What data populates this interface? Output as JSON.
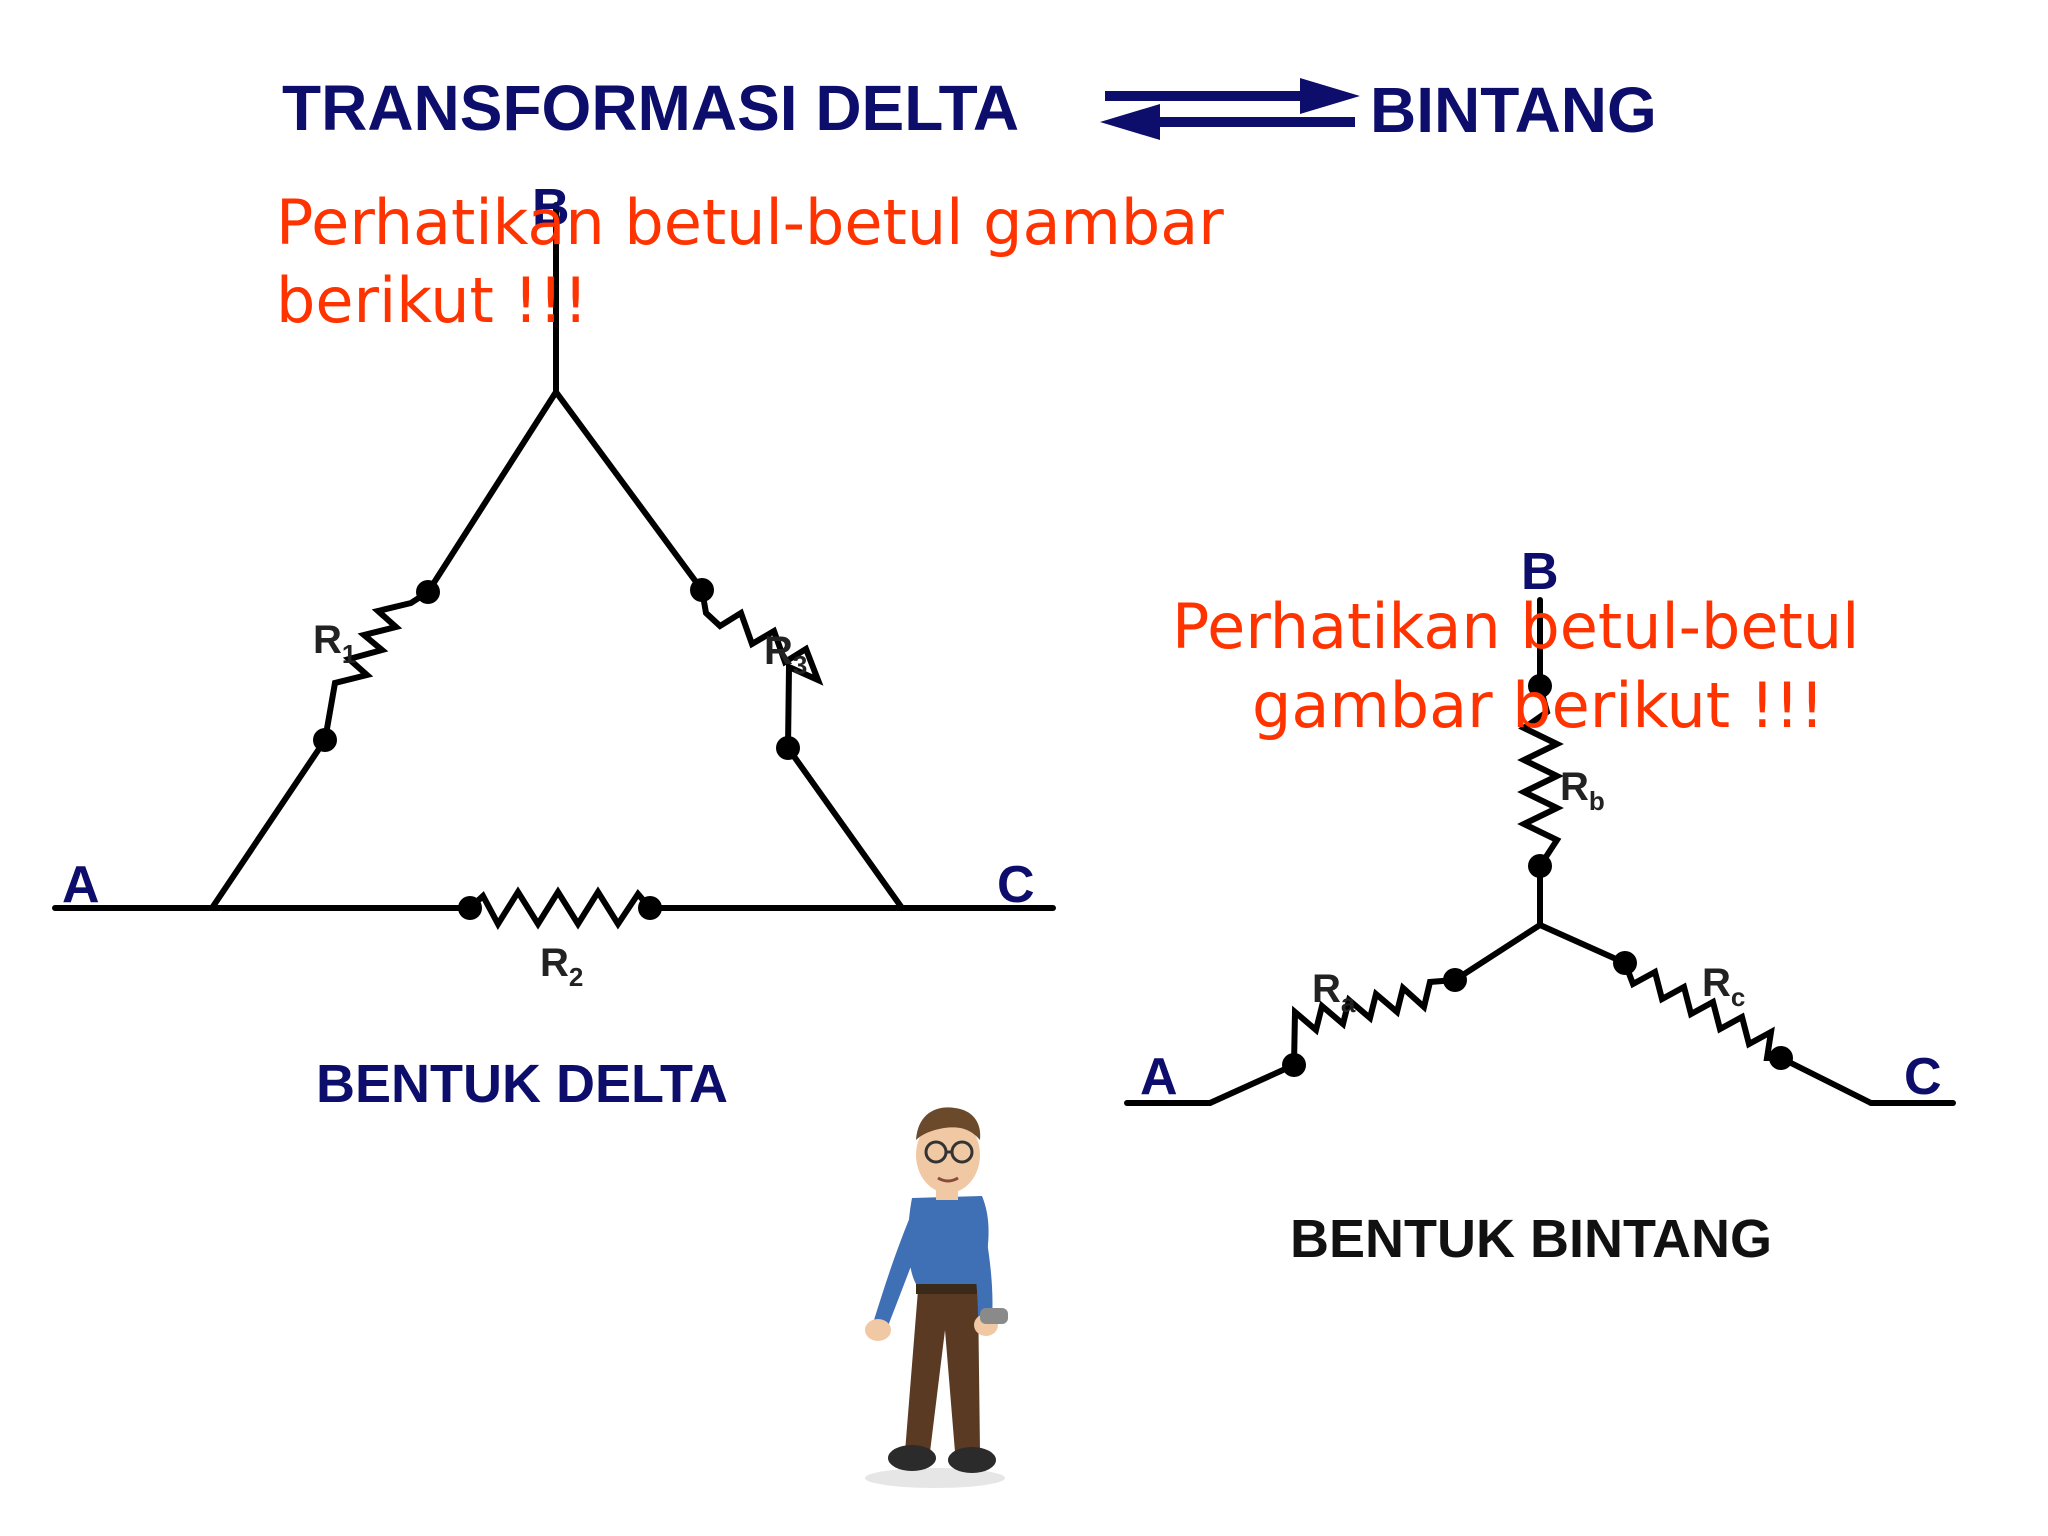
{
  "header": {
    "title_left": "TRANSFORMASI DELTA",
    "title_right": "BINTANG"
  },
  "notes": {
    "delta_line1": "Perhatikan betul-betul gambar",
    "delta_line2": "berikut !!!",
    "star_line1": "Perhatikan betul-betul",
    "star_line2": "gambar berikut !!!"
  },
  "delta": {
    "node_a": "A",
    "node_b": "B",
    "node_c": "C",
    "r1": {
      "base": "R",
      "sub": "1"
    },
    "r2": {
      "base": "R",
      "sub": "2"
    },
    "r3": {
      "base": "R",
      "sub": "3"
    },
    "caption": "BENTUK DELTA"
  },
  "star": {
    "node_a": "A",
    "node_b": "B",
    "node_c": "C",
    "ra": {
      "base": "R",
      "sub": "a"
    },
    "rb": {
      "base": "R",
      "sub": "b"
    },
    "rc": {
      "base": "R",
      "sub": "c"
    },
    "caption": "BENTUK BINTANG"
  },
  "colors": {
    "title": "#0d0d6b",
    "note": "#ff3300",
    "wire": "#000000"
  },
  "icons": {
    "arrows": "double-arrow-icon",
    "character": "presenter-figure-icon"
  }
}
